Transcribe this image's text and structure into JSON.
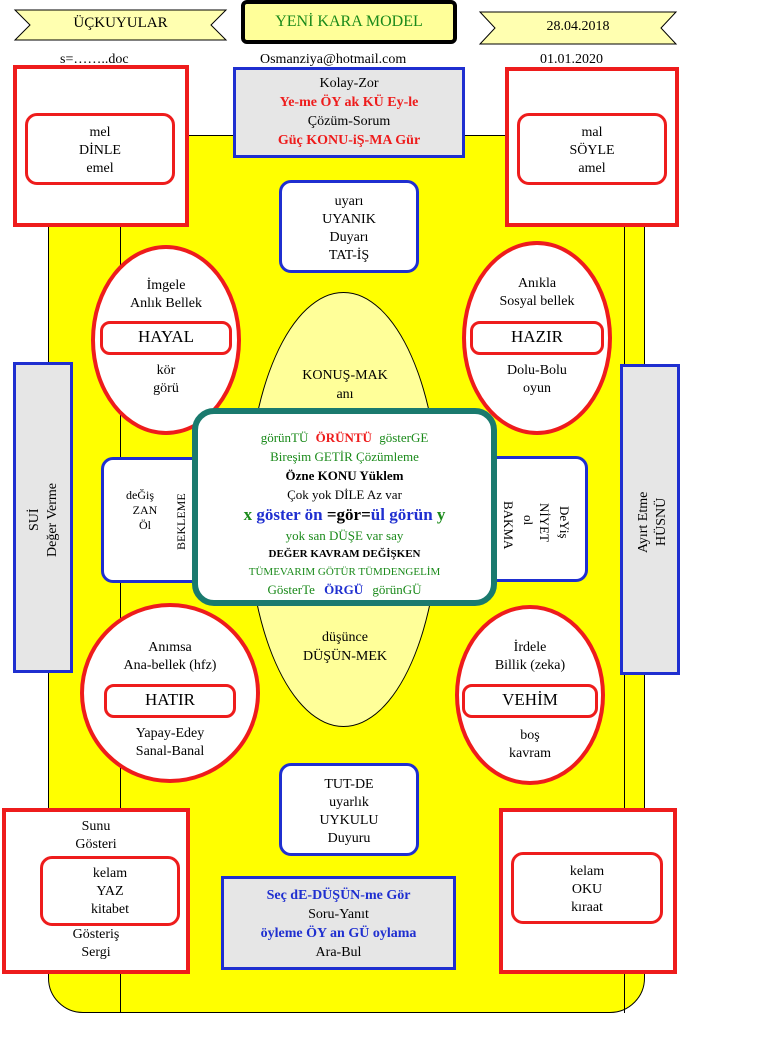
{
  "header": {
    "left_ribbon": "ÜÇKUYULAR",
    "title": "YENİ KARA MODEL",
    "right_ribbon": "28.04.2018",
    "file_label": "s=……..doc",
    "email": "Osmanziya@hotmail.com",
    "date2": "01.01.2020"
  },
  "top_box": {
    "line1": "Kolay-Zor",
    "line2": "Ye-me ÖY ak KÜ Ey-le",
    "line3": "Çözüm-Sorum",
    "line4": "Güç KONU-iŞ-MA Gür"
  },
  "corner_tl": [
    "mel",
    "DİNLE",
    "emel"
  ],
  "corner_tr": [
    "mal",
    "SÖYLE",
    "amel"
  ],
  "uyanik": [
    "uyarı",
    "UYANIK",
    "Duyarı",
    "TAT-İŞ"
  ],
  "ellipse_tl": {
    "top": [
      "İmgele",
      "Anlık Bellek"
    ],
    "pill": "HAYAL",
    "bottom": [
      "kör",
      "görü"
    ]
  },
  "ellipse_tr": {
    "top": [
      "Anıkla",
      "Sosyal bellek"
    ],
    "pill": "HAZIR",
    "bottom": [
      "Dolu-Bolu",
      "oyun"
    ]
  },
  "ellipse_bl": {
    "top": [
      "Anımsa",
      "Ana-bellek (hfz)"
    ],
    "pill": "HATIR",
    "bottom": [
      "Yapay-Edey",
      "Sanal-Banal"
    ]
  },
  "ellipse_br": {
    "top": [
      "İrdele",
      "Billik (zeka)"
    ],
    "pill": "VEHİM",
    "bottom": [
      "boş",
      "kavram"
    ]
  },
  "oval_top": [
    "KONUŞ-MAK",
    "anı"
  ],
  "oval_bottom": [
    "düşünce",
    "DÜŞÜN-MEK"
  ],
  "center": {
    "l1a": "görünTÜ",
    "l1b": "ÖRÜNTÜ",
    "l1c": "gösterGE",
    "l2": "Bireşim GETİR Çözümleme",
    "l3": "Özne KONU Yüklem",
    "l4": "Çok yok  DİLE Az var",
    "l5a": "x",
    "l5b": "göster ön",
    "l5c": "=gör=",
    "l5d": "ül görün",
    "l5e": "y",
    "l6": "yok san DÜŞE var say",
    "l7": "DEĞER KAVRAM DEĞİŞKEN",
    "l8": "TÜMEVARIM GÖTÜR TÜMDENGELİM",
    "l9a": "GösterTe",
    "l9b": "ÖRGÜ",
    "l9c": "görünGÜ"
  },
  "left_mid": [
    "deĞiş",
    "ZAN",
    "Öl",
    "BEKLEME"
  ],
  "right_mid": [
    "BAKMA",
    "ol",
    "NİYET",
    "DeYiş"
  ],
  "left_side": [
    "SUİ",
    "Değer Verme"
  ],
  "right_side": [
    "Ayırt Etme",
    "HÜSNÜ"
  ],
  "uykulu": [
    "TUT-DE",
    "uyarlık",
    "UYKULU",
    "Duyuru"
  ],
  "corner_bl": {
    "top": [
      "Sunu",
      "Gösteri"
    ],
    "inner": [
      "kelam",
      "YAZ",
      "kitabet"
    ],
    "bottom": [
      "Gösteriş",
      "Sergi"
    ]
  },
  "corner_br": {
    "inner": [
      "kelam",
      "OKU",
      "kıraat"
    ]
  },
  "bottom_box": {
    "line1": "Seç dE-DÜŞÜN-me Gör",
    "line2": "Soru-Yanıt",
    "line3": "öyleme ÖY an  GÜ oylama",
    "line4": "Ara-Bul"
  },
  "colors": {
    "yellow": "#ffff00",
    "red": "#ee1c1c",
    "blue": "#1f2fd0",
    "teal": "#1a7a6e",
    "green": "#1a8a1a",
    "gray": "#e6e6e6"
  }
}
